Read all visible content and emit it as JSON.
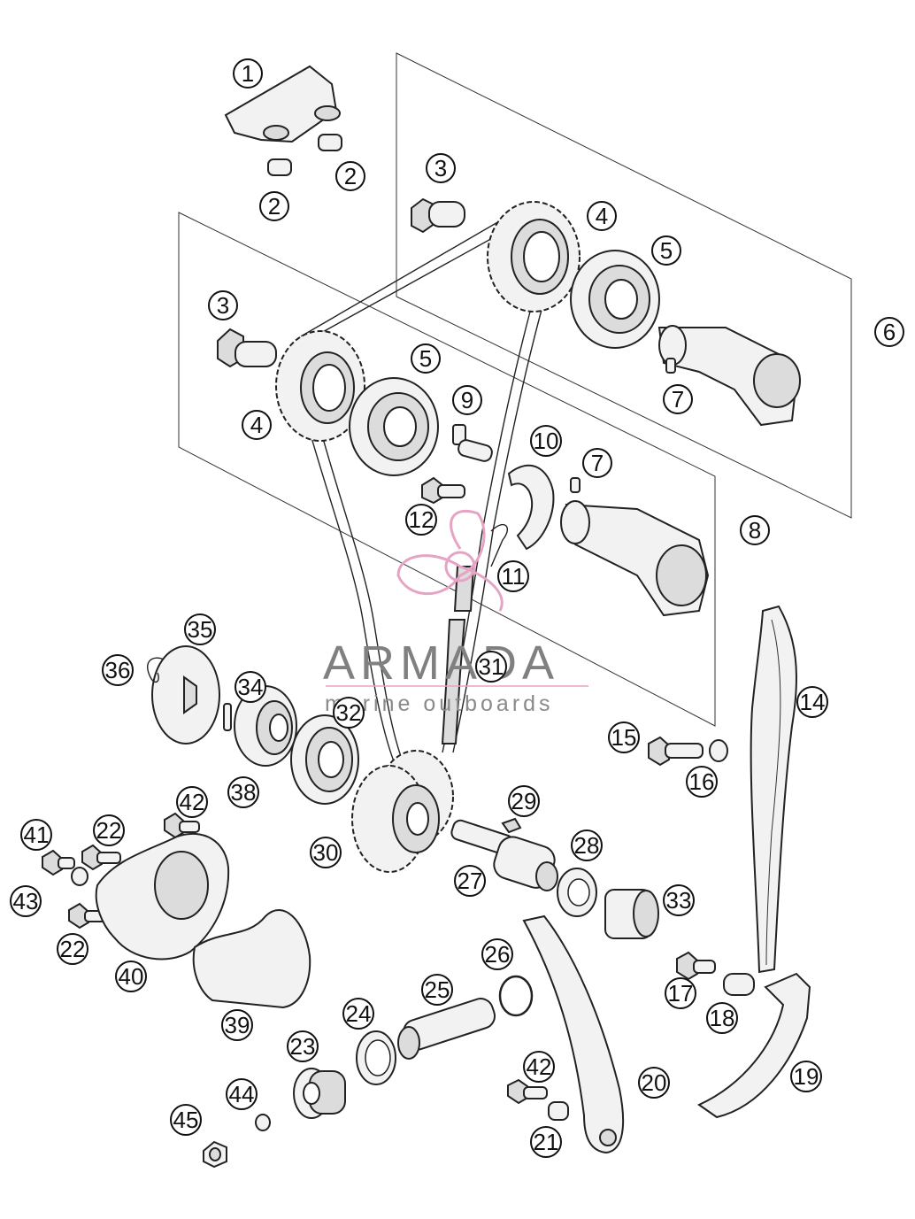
{
  "callouts": [
    "1",
    "2",
    "2",
    "3",
    "4",
    "5",
    "6",
    "3",
    "4",
    "5",
    "7",
    "7",
    "8",
    "9",
    "10",
    "11",
    "12",
    "14",
    "15",
    "16",
    "17",
    "18",
    "19",
    "20",
    "21",
    "22",
    "22",
    "23",
    "24",
    "25",
    "26",
    "27",
    "28",
    "29",
    "30",
    "31",
    "32",
    "33",
    "34",
    "35",
    "36",
    "38",
    "39",
    "40",
    "41",
    "42",
    "42",
    "43",
    "44",
    "45"
  ],
  "watermark": {
    "title": "ARMADA",
    "subtitle": "marine outboards",
    "logo_color": "#e6a3c4",
    "text_color": "#808080"
  }
}
